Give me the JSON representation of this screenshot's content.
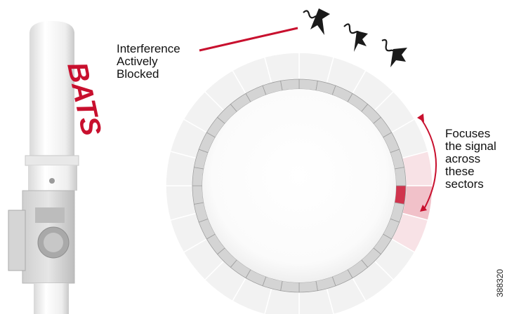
{
  "labels": {
    "interference": [
      "Interference",
      "Actively",
      "Blocked"
    ],
    "focus": [
      "Focuses",
      "the signal",
      "across",
      "these",
      "sectors"
    ],
    "figure_id": "388320"
  },
  "product": {
    "brand_text": "BATS"
  },
  "colors": {
    "accent_red": "#c8102e",
    "sector_light": "#f2f2f2",
    "inner_ring": "#d4d4d4",
    "arrow_dark": "#1a1a1a"
  },
  "diagram": {
    "outer_sector_count": 24,
    "inner_segment_count": 36,
    "highlighted_sectors": [
      {
        "sector": 5,
        "intensity": "light"
      },
      {
        "sector": 6,
        "intensity": "medium"
      },
      {
        "sector": 7,
        "intensity": "light"
      }
    ],
    "highlighted_inner_segment": {
      "index": 9,
      "intensity": "strong"
    },
    "interference_arrows": 3
  }
}
